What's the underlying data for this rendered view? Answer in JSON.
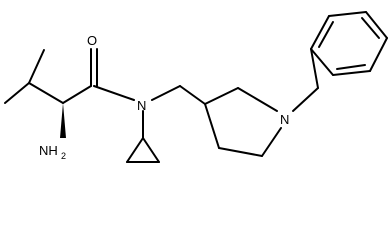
{
  "molecule": {
    "atoms": {
      "oxygen": "O",
      "amide_nitrogen": "N",
      "ring_nitrogen": "N",
      "amine_group": "NH",
      "amine_subscript": "2"
    }
  },
  "colors": {
    "bond": "#000000",
    "background": "#ffffff"
  }
}
